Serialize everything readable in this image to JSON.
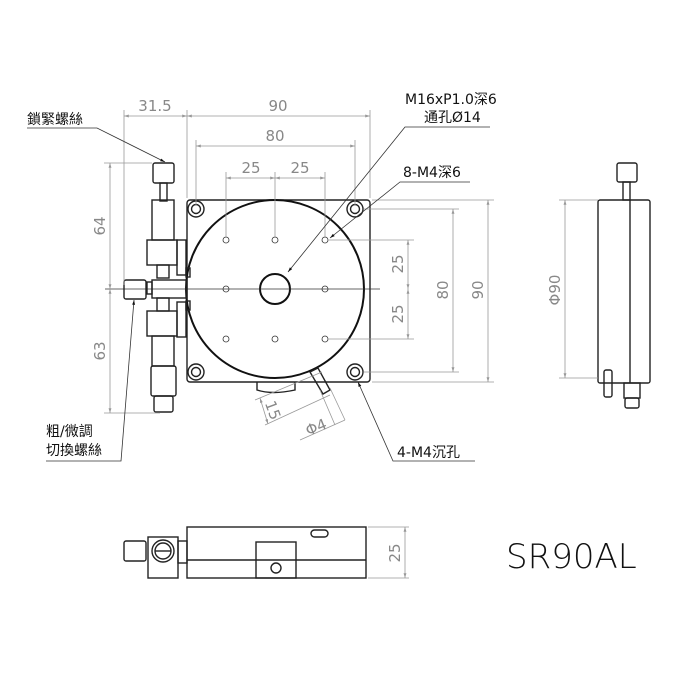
{
  "model": "SR90AL",
  "labels": {
    "lock_screw": "鎖緊螺絲",
    "center_thread": "M16xP1.0深6",
    "center_through": "通孔Ø14",
    "mount_holes": "8-M4深6",
    "counterbore": "4-M4沉孔",
    "switch_line1": "粗/微調",
    "switch_line2": "切換螺絲"
  },
  "dimensions": {
    "knob_offset": "31.5",
    "width": "90",
    "hole_span": "80",
    "pitch_left": "25",
    "pitch_right": "25",
    "pitch_v_top": "25",
    "pitch_v_bottom": "25",
    "hole_span_v": "80",
    "height_v": "90",
    "upper_reach": "64",
    "lower_reach": "63",
    "pin_length": "15",
    "pin_dia": "Φ4",
    "side_dia": "Φ90",
    "thickness": "25"
  }
}
